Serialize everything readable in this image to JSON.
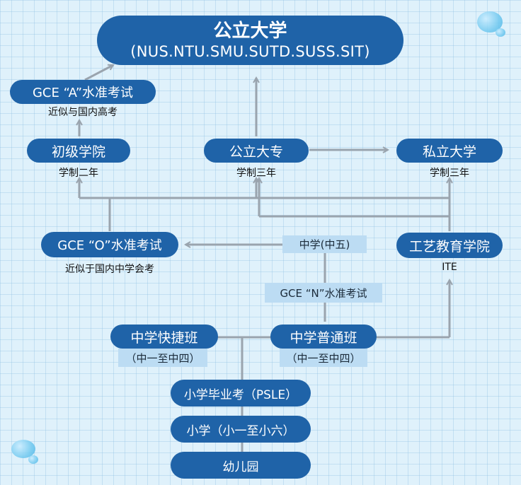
{
  "top": {
    "title": "公立大学",
    "subtitle": "(NUS.NTU.SMU.SUTD.SUSS.SIT)"
  },
  "gce_a": {
    "label": "GCE “A”水准考试",
    "note": "近似与国内高考"
  },
  "jc": {
    "label": "初级学院",
    "note": "学制二年"
  },
  "poly": {
    "label": "公立大专",
    "note": "学制三年"
  },
  "private_uni": {
    "label": "私立大学",
    "note": "学制三年"
  },
  "gce_o": {
    "label": "GCE “O”水准考试",
    "note": "近似于国内中学会考"
  },
  "sec5": {
    "label": "中学(中五)"
  },
  "ite": {
    "label": "工艺教育学院",
    "note": "ITE"
  },
  "gce_n": {
    "label": "GCE “N”水准考试"
  },
  "express": {
    "label": "中学快捷班",
    "sub": "（中一至中四）"
  },
  "normal": {
    "label": "中学普通班",
    "sub": "（中一至中四）"
  },
  "psle": {
    "label": "小学毕业考（PSLE）"
  },
  "primary": {
    "label": "小学（小一至小六）"
  },
  "kindergarten": {
    "label": "幼儿园"
  },
  "colors": {
    "node": "#1f63a8",
    "tag": "#bcdcf3",
    "line": "#9aa4ae",
    "background": "#dff1fb"
  }
}
